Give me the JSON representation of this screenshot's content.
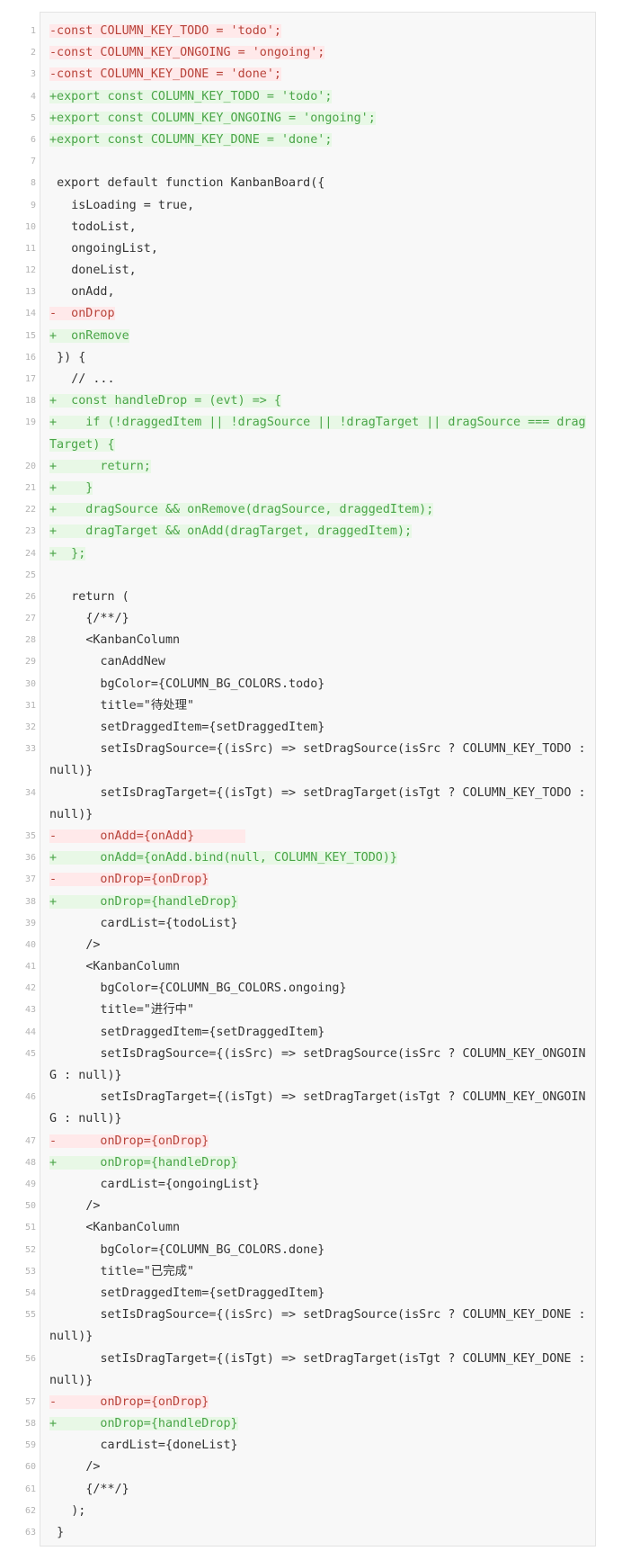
{
  "diff": {
    "lines": [
      {
        "n": "1",
        "t": "del",
        "text": "-const COLUMN_KEY_TODO = 'todo';"
      },
      {
        "n": "2",
        "t": "del",
        "text": "-const COLUMN_KEY_ONGOING = 'ongoing';"
      },
      {
        "n": "3",
        "t": "del",
        "text": "-const COLUMN_KEY_DONE = 'done';"
      },
      {
        "n": "4",
        "t": "add",
        "text": "+export const COLUMN_KEY_TODO = 'todo';"
      },
      {
        "n": "5",
        "t": "add",
        "text": "+export const COLUMN_KEY_ONGOING = 'ongoing';"
      },
      {
        "n": "6",
        "t": "add",
        "text": "+export const COLUMN_KEY_DONE = 'done';"
      },
      {
        "n": "7",
        "t": "ctx",
        "text": " "
      },
      {
        "n": "8",
        "t": "ctx",
        "text": " export default function KanbanBoard({"
      },
      {
        "n": "9",
        "t": "ctx",
        "text": "   isLoading = true,"
      },
      {
        "n": "10",
        "t": "ctx",
        "text": "   todoList,"
      },
      {
        "n": "11",
        "t": "ctx",
        "text": "   ongoingList,"
      },
      {
        "n": "12",
        "t": "ctx",
        "text": "   doneList,"
      },
      {
        "n": "13",
        "t": "ctx",
        "text": "   onAdd,"
      },
      {
        "n": "14",
        "t": "del",
        "text": "-  onDrop"
      },
      {
        "n": "15",
        "t": "add",
        "text": "+  onRemove"
      },
      {
        "n": "16",
        "t": "ctx",
        "text": " }) {"
      },
      {
        "n": "17",
        "t": "ctx",
        "text": "   // ..."
      },
      {
        "n": "18",
        "t": "add",
        "text": "+  const handleDrop = (evt) => {"
      },
      {
        "n": "19",
        "t": "add",
        "text": "+    if (!draggedItem || !dragSource || !dragTarget || dragSource === dragTarget) {",
        "wrap": true
      },
      {
        "n": "20",
        "t": "add",
        "text": "+      return;"
      },
      {
        "n": "21",
        "t": "add",
        "text": "+    }"
      },
      {
        "n": "22",
        "t": "add",
        "text": "+    dragSource && onRemove(dragSource, draggedItem);"
      },
      {
        "n": "23",
        "t": "add",
        "text": "+    dragTarget && onAdd(dragTarget, draggedItem);"
      },
      {
        "n": "24",
        "t": "add",
        "text": "+  };"
      },
      {
        "n": "25",
        "t": "ctx",
        "text": " "
      },
      {
        "n": "26",
        "t": "ctx",
        "text": "   return ("
      },
      {
        "n": "27",
        "t": "ctx",
        "text": "     {/**/}"
      },
      {
        "n": "28",
        "t": "ctx",
        "text": "     <KanbanColumn"
      },
      {
        "n": "29",
        "t": "ctx",
        "text": "       canAddNew"
      },
      {
        "n": "30",
        "t": "ctx",
        "text": "       bgColor={COLUMN_BG_COLORS.todo}"
      },
      {
        "n": "31",
        "t": "ctx",
        "text": "       title=\"待处理\""
      },
      {
        "n": "32",
        "t": "ctx",
        "text": "       setDraggedItem={setDraggedItem}"
      },
      {
        "n": "33",
        "t": "ctx",
        "text": "       setIsDragSource={(isSrc) => setDragSource(isSrc ? COLUMN_KEY_TODO : null)}",
        "wrap": true
      },
      {
        "n": "34",
        "t": "ctx",
        "text": "       setIsDragTarget={(isTgt) => setDragTarget(isTgt ? COLUMN_KEY_TODO : null)}",
        "wrap": true
      },
      {
        "n": "35",
        "t": "del",
        "text": "-      onAdd={onAdd}       "
      },
      {
        "n": "36",
        "t": "add",
        "text": "+      onAdd={onAdd.bind(null, COLUMN_KEY_TODO)}"
      },
      {
        "n": "37",
        "t": "del",
        "text": "-      onDrop={onDrop}"
      },
      {
        "n": "38",
        "t": "add",
        "text": "+      onDrop={handleDrop}"
      },
      {
        "n": "39",
        "t": "ctx",
        "text": "       cardList={todoList}"
      },
      {
        "n": "40",
        "t": "ctx",
        "text": "     />"
      },
      {
        "n": "41",
        "t": "ctx",
        "text": "     <KanbanColumn"
      },
      {
        "n": "42",
        "t": "ctx",
        "text": "       bgColor={COLUMN_BG_COLORS.ongoing}"
      },
      {
        "n": "43",
        "t": "ctx",
        "text": "       title=\"进行中\""
      },
      {
        "n": "44",
        "t": "ctx",
        "text": "       setDraggedItem={setDraggedItem}"
      },
      {
        "n": "45",
        "t": "ctx",
        "text": "       setIsDragSource={(isSrc) => setDragSource(isSrc ? COLUMN_KEY_ONGOING : null)}",
        "wrap": true
      },
      {
        "n": "46",
        "t": "ctx",
        "text": "       setIsDragTarget={(isTgt) => setDragTarget(isTgt ? COLUMN_KEY_ONGOING : null)}",
        "wrap": true
      },
      {
        "n": "47",
        "t": "del",
        "text": "-      onDrop={onDrop}"
      },
      {
        "n": "48",
        "t": "add",
        "text": "+      onDrop={handleDrop}"
      },
      {
        "n": "49",
        "t": "ctx",
        "text": "       cardList={ongoingList}"
      },
      {
        "n": "50",
        "t": "ctx",
        "text": "     />"
      },
      {
        "n": "51",
        "t": "ctx",
        "text": "     <KanbanColumn"
      },
      {
        "n": "52",
        "t": "ctx",
        "text": "       bgColor={COLUMN_BG_COLORS.done}"
      },
      {
        "n": "53",
        "t": "ctx",
        "text": "       title=\"已完成\""
      },
      {
        "n": "54",
        "t": "ctx",
        "text": "       setDraggedItem={setDraggedItem}"
      },
      {
        "n": "55",
        "t": "ctx",
        "text": "       setIsDragSource={(isSrc) => setDragSource(isSrc ? COLUMN_KEY_DONE : null)}",
        "wrap": true
      },
      {
        "n": "56",
        "t": "ctx",
        "text": "       setIsDragTarget={(isTgt) => setDragTarget(isTgt ? COLUMN_KEY_DONE : null)}",
        "wrap": true
      },
      {
        "n": "57",
        "t": "del",
        "text": "-      onDrop={onDrop}"
      },
      {
        "n": "58",
        "t": "add",
        "text": "+      onDrop={handleDrop}"
      },
      {
        "n": "59",
        "t": "ctx",
        "text": "       cardList={doneList}"
      },
      {
        "n": "60",
        "t": "ctx",
        "text": "     />"
      },
      {
        "n": "61",
        "t": "ctx",
        "text": "     {/**/}"
      },
      {
        "n": "62",
        "t": "ctx",
        "text": "   );"
      },
      {
        "n": "63",
        "t": "ctx",
        "text": " }"
      }
    ]
  },
  "colors": {
    "deleted_bg": "#ffe9ea",
    "deleted_text": "#b8433a",
    "added_bg": "#e8f8e6",
    "added_text": "#4aa548"
  }
}
